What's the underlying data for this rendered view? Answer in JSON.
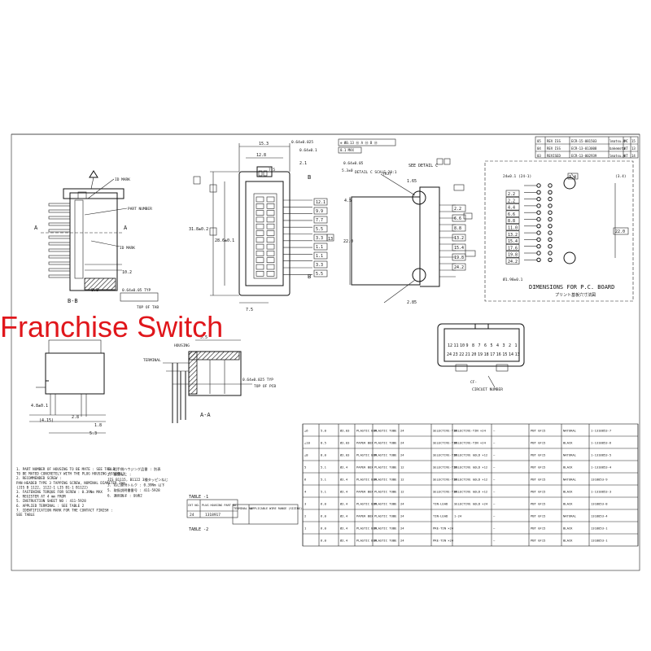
{
  "watermark": "Franchise Switch",
  "revision_table": [
    [
      "05",
      "REV ISS",
      "ECR-15-081503",
      "lmatsu.k",
      "MC",
      "15"
    ],
    [
      "04",
      "REV ISS",
      "ECR-13-013008",
      "bakemota",
      "KT",
      "13"
    ],
    [
      "03",
      "REVISED",
      "ECR-13-002939",
      "lmatsu.k",
      "KT",
      "14"
    ]
  ],
  "pcb": {
    "title": "DIMENSIONS FOR P.C. BOARD",
    "subtitle": "プリント基板穴寸法図",
    "dims": [
      "2.2",
      "2.2",
      "4.4",
      "6.6",
      "8.8",
      "11.0",
      "13.2",
      "15.4",
      "17.6",
      "19.8",
      "24.2"
    ],
    "right_dim": "22.0",
    "bottom_note": "Ø1.98±0.1"
  },
  "front": {
    "dims_top": [
      "15.3",
      "12.8",
      "7.5",
      "2.1"
    ],
    "dim_left": "31.8±0.2",
    "dim_mid": "28.6±0.1",
    "pitch_labels": [
      "12.1",
      "9.9",
      "7.7",
      "5.5",
      "3.3",
      "1.1",
      "1.1",
      "3.3",
      "5.5"
    ],
    "center_label": "13",
    "bottom": "7.5"
  },
  "detail_c": {
    "label": "SEE DETAIL C",
    "scale": "DETAIL C\nSCALE 20:1",
    "dims": [
      "22.0",
      "4.5",
      "2.85",
      "1.65",
      "2.2",
      "6.6",
      "8.8",
      "13.2",
      "15.4",
      "19.8",
      "24.2"
    ]
  },
  "section_bb": {
    "label": "B-B",
    "marks": [
      "ID MARK",
      "PART NUMBER",
      "ID MARK"
    ],
    "dims": [
      "10.2",
      "8.8",
      "0.64±0.05 TYP"
    ],
    "note": "TOP OF TAB"
  },
  "section_aa": {
    "label": "A-A",
    "notes": [
      "HOUSING",
      "TERMINAL"
    ],
    "dims": [
      "5.5",
      "0.64±0.025 TYP",
      "4.8±0.1",
      "(4.15)",
      "2.8",
      "1.8",
      "5.3"
    ],
    "note": "TOP OF PCB"
  },
  "connector_face": {
    "top_row": [
      "12",
      "11",
      "10",
      "9",
      "8",
      "7",
      "6",
      "5",
      "4",
      "3",
      "2",
      "1"
    ],
    "bottom_row": [
      "24",
      "23",
      "22",
      "21",
      "20",
      "19",
      "18",
      "17",
      "16",
      "15",
      "14",
      "13"
    ],
    "label": "CIRCUIT NUMBER"
  },
  "notes": [
    "1. PART NUMBER OF HOUSING TO BE MATE : SEE TABLE",
    "   TO BE MATED CONCRETELY WITH THE PLUG HOUSING ASSEMBLY",
    "2. RECOMMENDED SCREW :",
    "   PAN-HEADED TYPE 3 TAPPING SCREW, NOMINAL DIAMETER 2mm,",
    "   (JIS B 1122, 1122-1 LIS B1-1 B1122)",
    "3. FASTENING TORQUE FOR SCREW : 0.39Nm MAX",
    "4. REGISTER AT 4 mm FROM",
    "5. INSTRUCTION SHEET NO : 411-5928",
    "6. APPLIED TERMINAL : SEE TABLE 2",
    "7. IDENTIFICATION MARK FOR THE CONTACT FINISH :",
    "   SEE TABLE"
  ],
  "notes_jp": [
    "1. 相手側ハウジング品番 : 別表",
    "2. 推奨ねじ :",
    "   JIS B1115, B1122 3種タッピンねじ",
    "3. ねじ締付トルク : 0.39Nm 以下",
    "5. 取扱説明書番号 : 411-5928",
    "6. 適用端子 : 別表2"
  ],
  "table1": {
    "title": "TABLE -1",
    "headers": [
      "CKT NO.",
      "PLUG HOUSING PART NO."
    ],
    "rows": [
      [
        "24",
        "1318917"
      ]
    ]
  },
  "table2": {
    "title": "TABLE -2",
    "headers": [
      "TERMINAL NO.",
      "APPLICABLE WIRE RANGE (SIZING)"
    ],
    "rows": []
  },
  "parts_table": {
    "rows": [
      [
        "△6",
        "5.0",
        "Ø2.03",
        "PLASTIC BOX",
        "PLASTIC TUBE",
        "24",
        "SELECTIVE-TIN",
        "SELECTIVE-TIN ×24",
        "—",
        "PBT GF15",
        "NATURAL",
        "1-1318853-7"
      ],
      [
        "△10",
        "8.5",
        "Ø2.03",
        "PAPER BOX",
        "PLASTIC TUBE",
        "24",
        "SELECTIVE-TIN",
        "SELECTIVE-TIN ×24",
        "—",
        "PBT GF15",
        "BLACK",
        "1-1318853-6"
      ],
      [
        "△8",
        "8.0",
        "Ø2.03",
        "PLASTIC BOX",
        "PLASTIC TUBE",
        "24",
        "SELECTIVE-TIN",
        "SELECTIVE GOLD ×12",
        "—",
        "PBT GF15",
        "NATURAL",
        "1-1318853-5"
      ],
      [
        "5",
        "5.1",
        "Ø2.4",
        "PAPER BOX",
        "PLASTIC TUBE",
        "12",
        "SELECTIVE-TIN",
        "SELECTIVE GOLD ×12",
        "—",
        "PBT GF15",
        "BLACK",
        "1-1318853-4"
      ],
      [
        "6",
        "5.1",
        "Ø2.4",
        "PLASTIC BOX",
        "PLASTIC TUBE",
        "12",
        "SELECTIVE-TIN",
        "SELECTIVE GOLD ×12",
        "—",
        "PBT GF15",
        "NATURAL",
        "1318853-9"
      ],
      [
        "4",
        "5.1",
        "Ø2.4",
        "PAPER BOX",
        "PLASTIC TUBE",
        "12",
        "SELECTIVE-TIN",
        "SELECTIVE GOLD ×12",
        "—",
        "PBT GF15",
        "BLACK",
        "1-1318853-3"
      ],
      [
        "3",
        "6.0",
        "Ø2.4",
        "PLASTIC BOX",
        "PLASTIC TUBE",
        "24",
        "TIN-LEAD",
        "SELECTIVE GOLD ×24",
        "—",
        "PBT GF15",
        "BLACK",
        "1318853-8"
      ],
      [
        "2",
        "6.0",
        "Ø2.4",
        "PAPER BOX",
        "PLASTIC TUBE",
        "24",
        "TIN-LEAD",
        "1-24",
        "—",
        "PBT GF15",
        "NATURAL",
        "1318853-4"
      ],
      [
        "1",
        "6.0",
        "Ø2.4",
        "PLASTIC BOX",
        "PLASTIC TUBE",
        "24",
        "PRE-TIN ×24",
        "",
        "—",
        "PBT GF15",
        "BLACK",
        "1318853-1"
      ],
      [
        "",
        "6.0",
        "Ø2.4",
        "PLASTIC BOX",
        "PLASTIC TUBE",
        "24",
        "PRE-TIN ×24",
        "",
        "—",
        "PBT GF15",
        "BLACK",
        "1318853-1"
      ]
    ]
  }
}
